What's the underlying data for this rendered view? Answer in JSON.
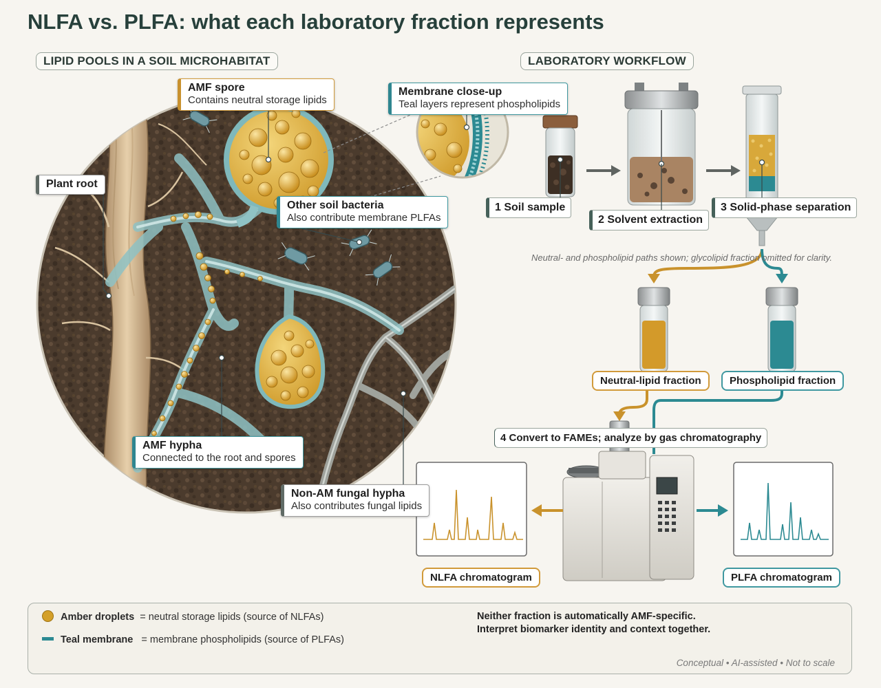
{
  "title": "NLFA vs. PLFA: what each laboratory fraction represents",
  "sections": {
    "left": "LIPID POOLS IN A SOIL MICROHABITAT",
    "right": "LABORATORY WORKFLOW"
  },
  "callouts": {
    "amf_spore": {
      "heading": "AMF spore",
      "sub": "Contains neutral storage lipids"
    },
    "membrane": {
      "heading": "Membrane close-up",
      "sub": "Teal layers represent phospholipids"
    },
    "plant_root": {
      "heading": "Plant root"
    },
    "bacteria": {
      "heading": "Other soil bacteria",
      "sub": "Also contribute membrane PLFAs"
    },
    "amf_hypha": {
      "heading": "AMF hypha",
      "sub": "Connected to the root and spores"
    },
    "non_am": {
      "heading": "Non-AM fungal hypha",
      "sub": "Also contributes fungal lipids"
    }
  },
  "workflow": {
    "step1": "1  Soil sample",
    "step2": "2  Solvent extraction",
    "step3": "3  Solid-phase separation",
    "note": "Neutral- and phospholipid paths shown; glycolipid fraction omitted for clarity.",
    "neutral_fraction": "Neutral-lipid fraction",
    "phospho_fraction": "Phospholipid fraction",
    "step4": "4  Convert to FAMEs; analyze by gas chromatography",
    "nlfa_label": "NLFA chromatogram",
    "plfa_label": "PLFA chromatogram"
  },
  "legend": {
    "amber_term": "Amber droplets",
    "amber_desc": "= neutral storage lipids (source of NLFAs)",
    "teal_term": "Teal membrane",
    "teal_desc": "= membrane phospholipids (source of PLFAs)",
    "warning_line1": "Neither fraction is automatically AMF-specific.",
    "warning_line2": "Interpret biomarker identity and context together.",
    "footnote": "Conceptual • AI-assisted • Not to scale"
  },
  "colors": {
    "amber": "#d19a3a",
    "teal": "#2f8690",
    "soil": "#4a3a2c",
    "background": "#f7f5f0"
  }
}
